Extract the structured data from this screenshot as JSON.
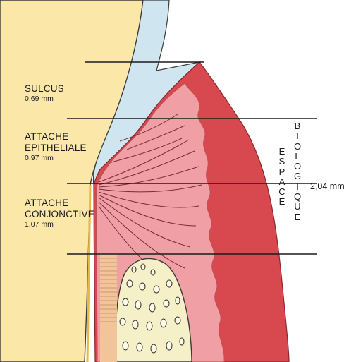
{
  "labels": {
    "sulcus": {
      "title": "SULCUS",
      "value": "0,69 mm"
    },
    "epithelial": {
      "line1": "ATTACHE",
      "line2": "EPITHELIALE",
      "value": "0,97 mm"
    },
    "conjunctive": {
      "line1": "ATTACHE",
      "line2": "CONJONCTIVE",
      "value": "1,07 mm"
    }
  },
  "biologic_space": {
    "word1": "ESPACE",
    "word2": "BIOLOGIQUE",
    "value": "2,04 mm"
  },
  "colors": {
    "tooth": "#fbe7a8",
    "enamel": "#cfe6f0",
    "gingiva": "#d8484f",
    "gingiva_inner": "#f0a0a4",
    "bone": "#f6f0c8"
  }
}
